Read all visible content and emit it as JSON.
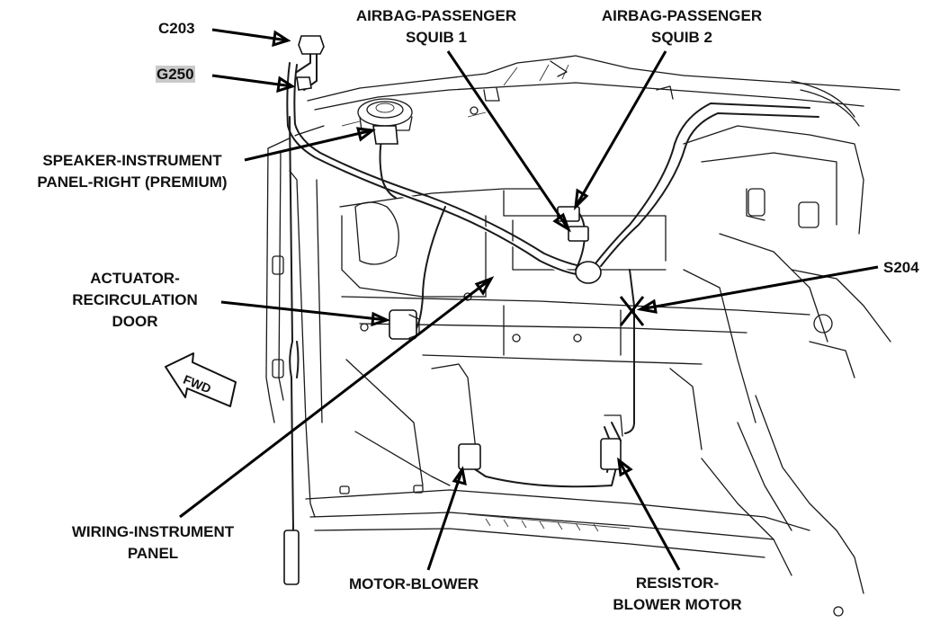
{
  "labels": {
    "c203": "C203",
    "g250": "G250",
    "airbag_squib1_line1": "AIRBAG-PASSENGER",
    "airbag_squib1_line2": "SQUIB 1",
    "airbag_squib2_line1": "AIRBAG-PASSENGER",
    "airbag_squib2_line2": "SQUIB 2",
    "speaker_line1": "SPEAKER-INSTRUMENT",
    "speaker_line2": "PANEL-RIGHT (PREMIUM)",
    "actuator_line1": "ACTUATOR-",
    "actuator_line2": "RECIRCULATION",
    "actuator_line3": "DOOR",
    "s204": "S204",
    "wiring_line1": "WIRING-INSTRUMENT",
    "wiring_line2": "PANEL",
    "motor_blower": "MOTOR-BLOWER",
    "resistor_line1": "RESISTOR-",
    "resistor_line2": "BLOWER MOTOR",
    "fwd": "FWD"
  },
  "colors": {
    "ink": "#000000",
    "highlight": "#c9c9c9",
    "background": "#ffffff"
  }
}
